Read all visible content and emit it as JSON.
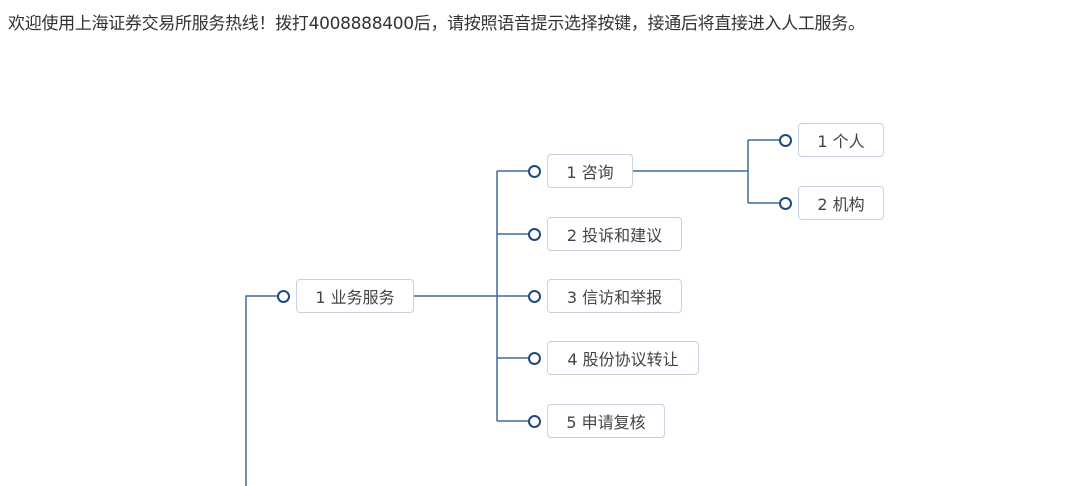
{
  "intro_text": "欢迎使用上海证券交易所服务热线！拨打4008888400后，请按照语音提示选择按键，接通后将直接进入人工服务。",
  "colors": {
    "line": "#1e4a7d",
    "node_border": "#c6d2df",
    "text": "#333333"
  },
  "tree": {
    "root_item": {
      "label": "1 业务服务"
    },
    "children": [
      {
        "label": "1 咨询",
        "children": [
          {
            "label": "1 个人"
          },
          {
            "label": "2 机构"
          }
        ]
      },
      {
        "label": "2 投诉和建议"
      },
      {
        "label": "3 信访和举报"
      },
      {
        "label": "4 股份协议转让"
      },
      {
        "label": "5 申请复核"
      }
    ]
  }
}
